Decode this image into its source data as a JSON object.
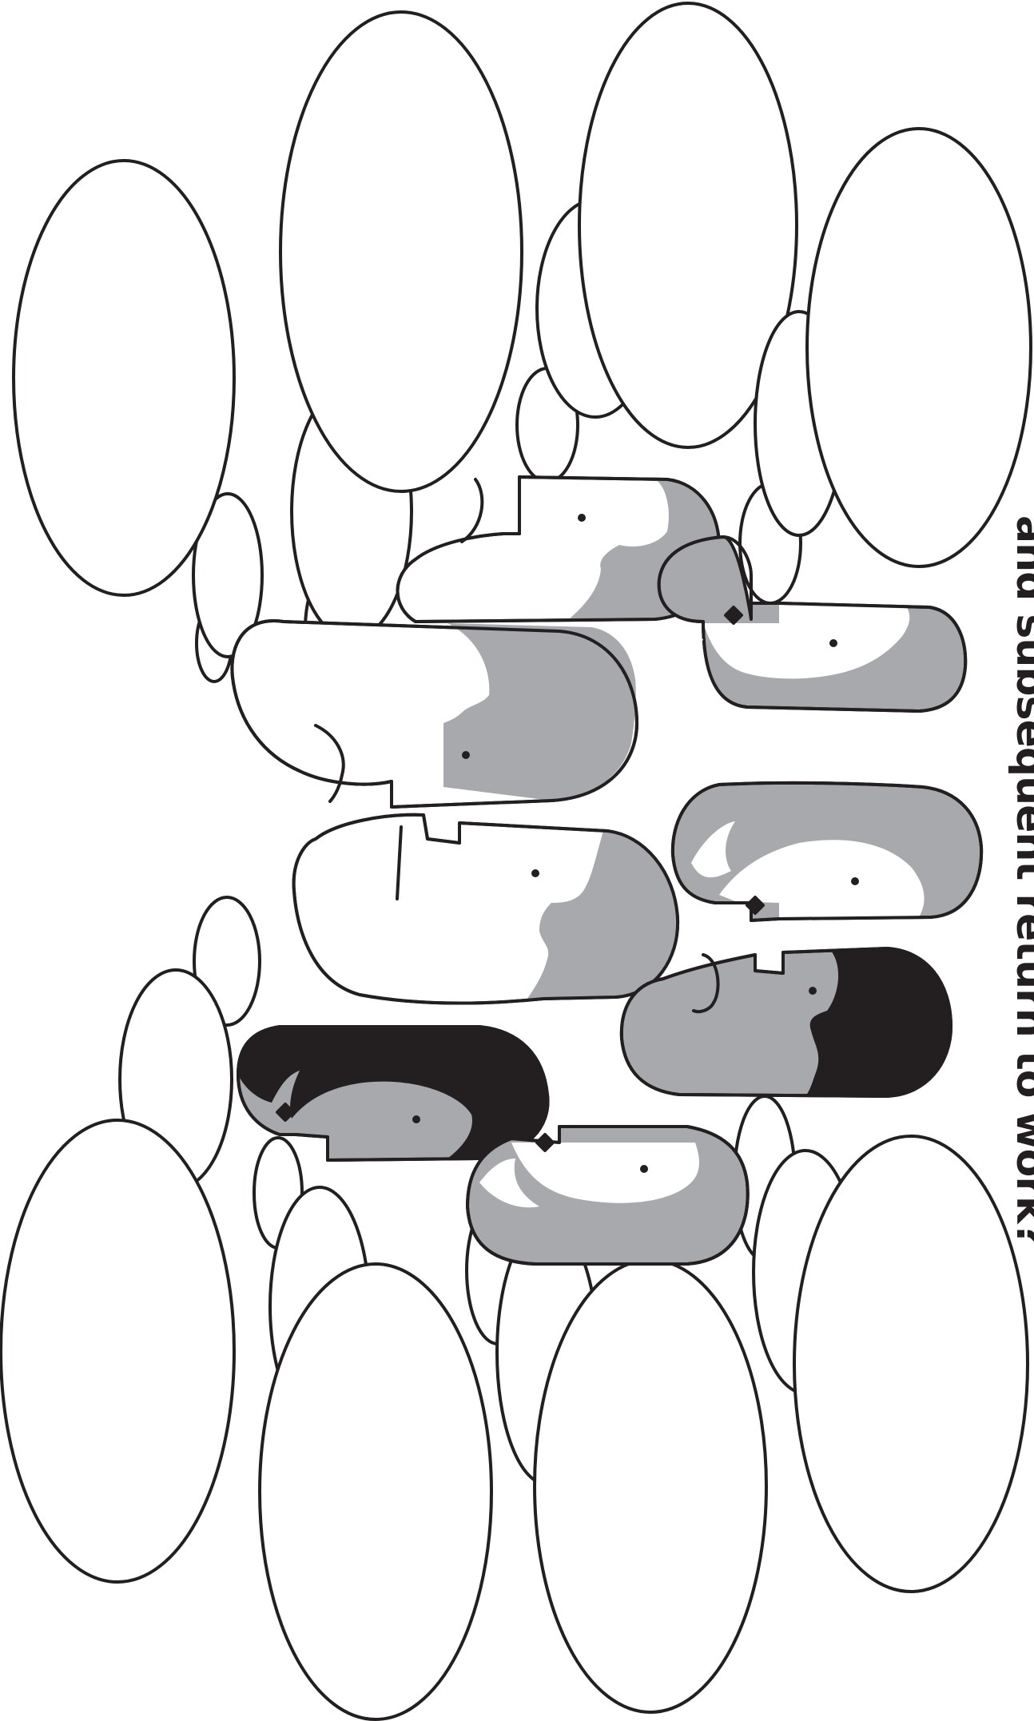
{
  "title": "The team",
  "subtitle": "and subsequent return to work?",
  "colors": {
    "outline": "#231f20",
    "hair_grey": "#a7a9ac",
    "hair_black": "#231f20",
    "bubble_fill": "#ffffff"
  },
  "figures": [
    {
      "name": "figure-top-left",
      "hair": "grey"
    },
    {
      "name": "figure-top-center",
      "hair": "grey"
    },
    {
      "name": "figure-top-right",
      "hair": "grey"
    },
    {
      "name": "figure-middle-left",
      "hair": "grey"
    },
    {
      "name": "figure-middle-right",
      "hair": "grey"
    },
    {
      "name": "figure-middle-right-dark",
      "hair": "black"
    },
    {
      "name": "figure-bottom-left",
      "hair": "black"
    },
    {
      "name": "figure-bottom-center",
      "hair": "grey"
    }
  ],
  "thought_bubbles": [
    {
      "name": "thought-bubble-1",
      "text": ""
    },
    {
      "name": "thought-bubble-2",
      "text": ""
    },
    {
      "name": "thought-bubble-3",
      "text": ""
    },
    {
      "name": "thought-bubble-4",
      "text": ""
    },
    {
      "name": "thought-bubble-5",
      "text": ""
    },
    {
      "name": "thought-bubble-6",
      "text": ""
    },
    {
      "name": "thought-bubble-7",
      "text": ""
    },
    {
      "name": "thought-bubble-8",
      "text": ""
    }
  ]
}
